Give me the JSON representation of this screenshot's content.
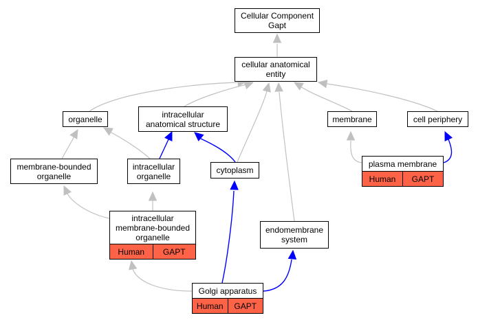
{
  "colors": {
    "gray_edge": "#c0c0c0",
    "blue_edge": "#0000ff",
    "annotation_fill": "#ff6347",
    "node_border": "#000000"
  },
  "nodes": {
    "root": {
      "label": "Cellular Component\nGapt"
    },
    "cae": {
      "label": "cellular anatomical\nentity"
    },
    "organelle": {
      "label": "organelle"
    },
    "ias": {
      "label": "intracellular\nanatomical structure"
    },
    "membrane": {
      "label": "membrane"
    },
    "cellperiphery": {
      "label": "cell periphery"
    },
    "mbo": {
      "label": "membrane-bounded\norganelle"
    },
    "io": {
      "label": "intracellular\norganelle"
    },
    "cytoplasm": {
      "label": "cytoplasm"
    },
    "pm": {
      "label": "plasma membrane",
      "tags": [
        "Human",
        "GAPT"
      ]
    },
    "imbo": {
      "label": "intracellular\nmembrane-bounded\norganelle",
      "tags": [
        "Human",
        "GAPT"
      ]
    },
    "endo": {
      "label": "endomembrane\nsystem"
    },
    "golgi": {
      "label": "Golgi apparatus",
      "tags": [
        "Human",
        "GAPT"
      ]
    }
  }
}
